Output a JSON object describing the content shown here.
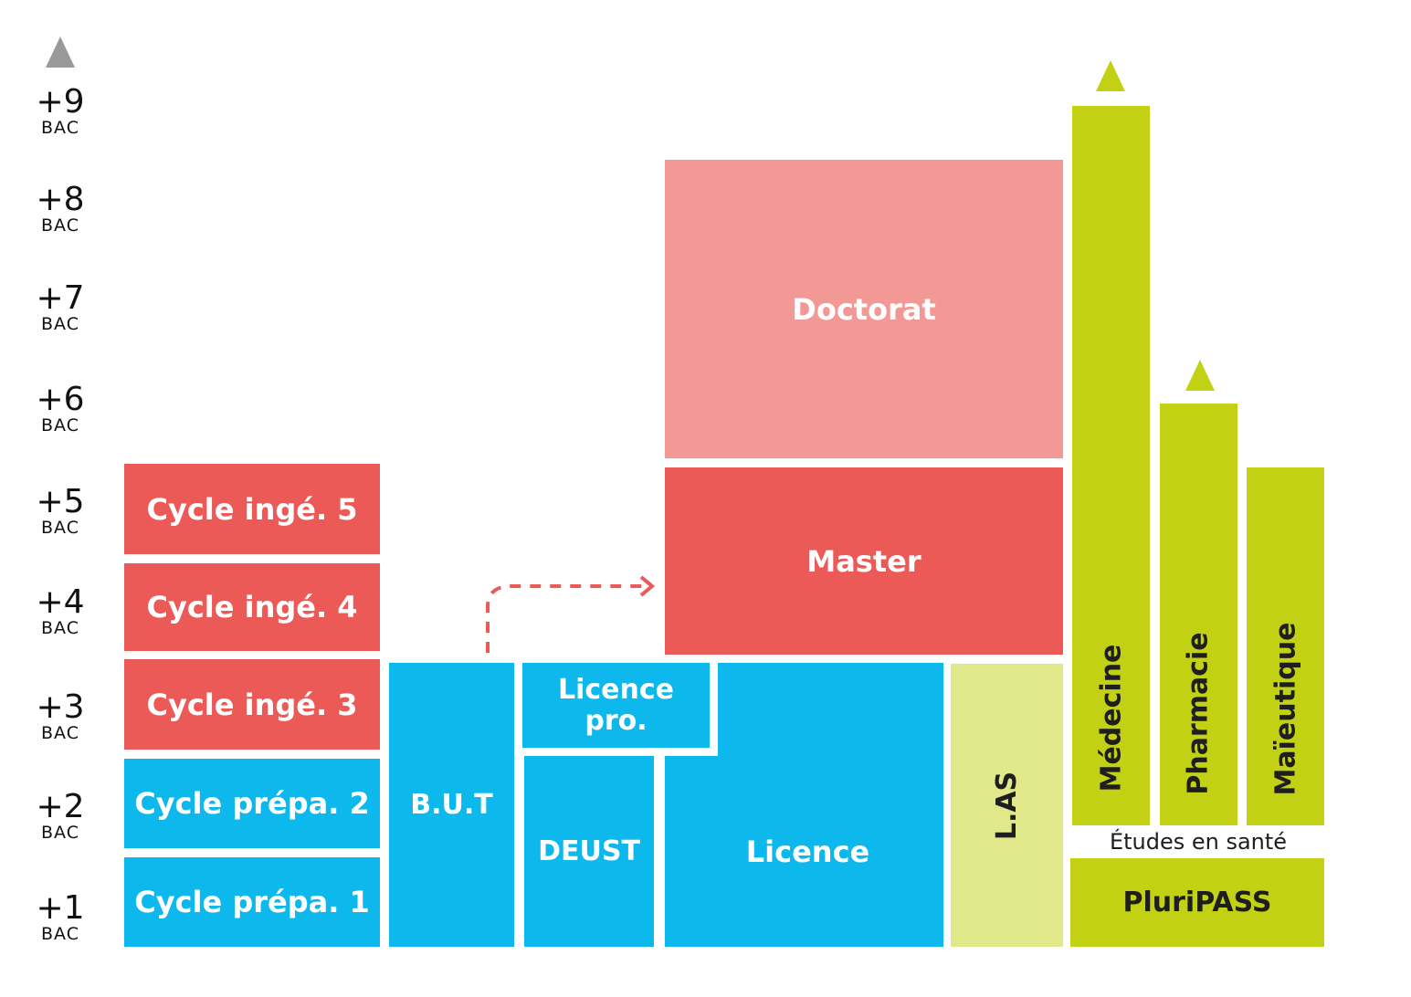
{
  "levels": [
    {
      "num": "+9",
      "bac": "BAC"
    },
    {
      "num": "+8",
      "bac": "BAC"
    },
    {
      "num": "+7",
      "bac": "BAC"
    },
    {
      "num": "+6",
      "bac": "BAC"
    },
    {
      "num": "+5",
      "bac": "BAC"
    },
    {
      "num": "+4",
      "bac": "BAC"
    },
    {
      "num": "+3",
      "bac": "BAC"
    },
    {
      "num": "+2",
      "bac": "BAC"
    },
    {
      "num": "+1",
      "bac": "BAC"
    }
  ],
  "engineering": {
    "cycle_inge_5": "Cycle ingé. 5",
    "cycle_inge_4": "Cycle ingé. 4",
    "cycle_inge_3": "Cycle ingé. 3",
    "cycle_prepa_2": "Cycle prépa. 2",
    "cycle_prepa_1": "Cycle prépa. 1"
  },
  "university": {
    "but": "B.U.T",
    "licence_pro": "Licence pro.",
    "deust": "DEUST",
    "licence": "Licence",
    "master": "Master",
    "doctorat": "Doctorat",
    "las": "L.AS"
  },
  "health": {
    "medecine": "Médecine",
    "pharmacie": "Pharmacie",
    "maieutique": "Maïeutique",
    "caption": "Études en santé",
    "pluripass": "PluriPASS"
  },
  "colors": {
    "blue": "#0db8ec",
    "red": "#eb5a57",
    "pink": "#f29995",
    "lime": "#c2d113",
    "pale_lime": "#e1e88a",
    "axis_arrow": "#999999"
  }
}
